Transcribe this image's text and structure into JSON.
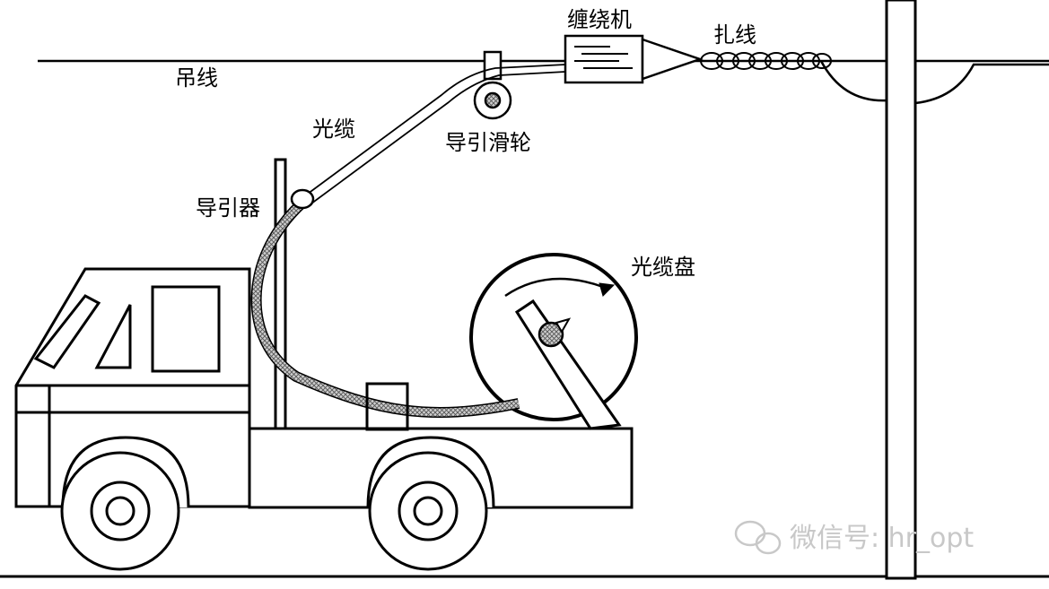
{
  "labels": {
    "messenger_wire": "吊线",
    "optical_cable": "光缆",
    "guide_pulley": "导引滑轮",
    "guide_device": "导引器",
    "cable_reel": "光缆盘",
    "wrapping_machine": "缠绕机",
    "lashing_wire": "扎线"
  },
  "watermark": "微信号: hr_opt",
  "colors": {
    "line": "#000000",
    "background": "#ffffff",
    "watermark": "#c8c8c8",
    "cable_hatch": "#7a7a7a"
  }
}
